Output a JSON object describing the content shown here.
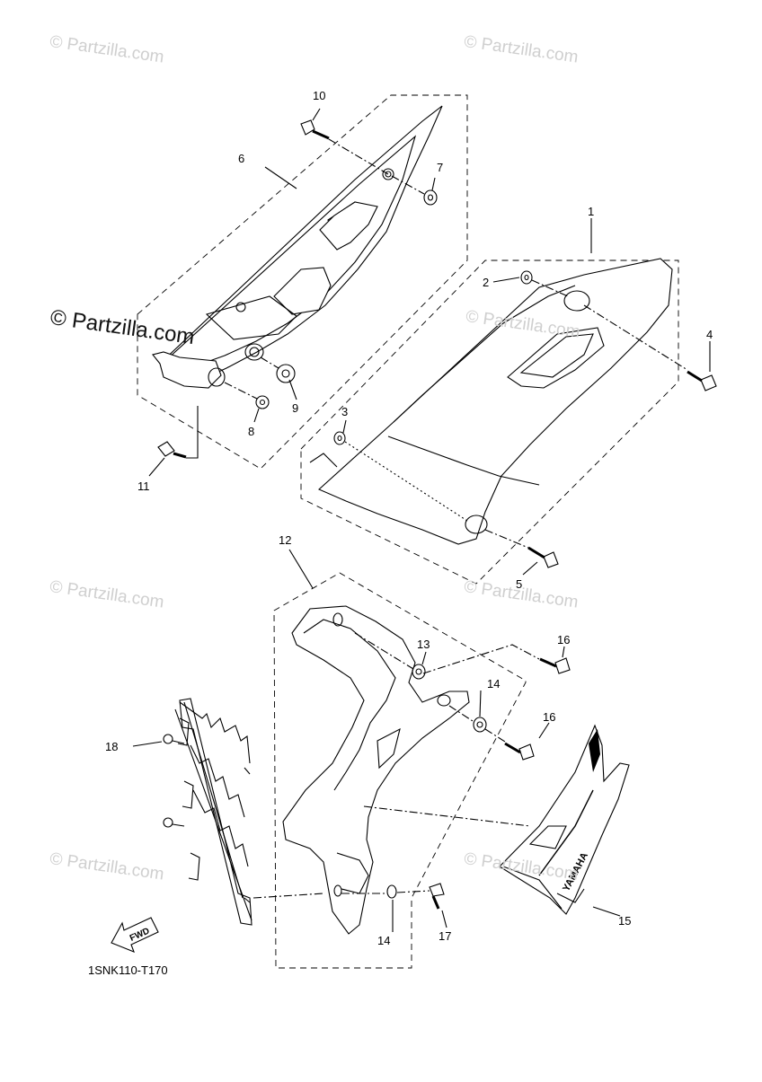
{
  "watermarks": {
    "light": [
      "© Partzilla.com",
      "© Partzilla.com",
      "© Partzilla.com",
      "© Partzilla.com",
      "© Partzilla.com",
      "© Partzilla.com",
      "© Partzilla.com"
    ],
    "strong": "© Partzilla.com"
  },
  "callouts": [
    "1",
    "2",
    "3",
    "4",
    "5",
    "6",
    "7",
    "8",
    "9",
    "10",
    "11",
    "12",
    "13",
    "14",
    "14",
    "15",
    "16",
    "16",
    "17",
    "18"
  ],
  "fwd_label": "FWD",
  "diagram_code": "1SNK110-T170",
  "decal_text": "YAMAHA"
}
